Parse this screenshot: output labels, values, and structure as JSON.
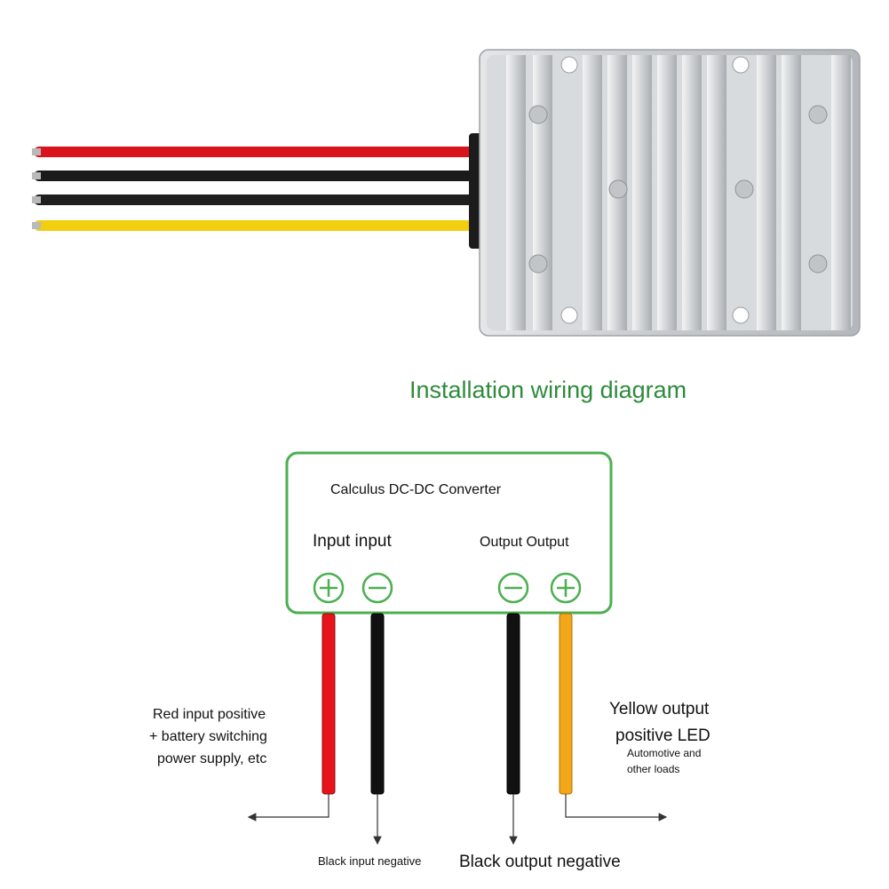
{
  "title": "Installation wiring diagram",
  "converter": {
    "name": "Calculus DC-DC Converter",
    "input_label": "Input input",
    "output_label": "Output Output",
    "terminals": [
      {
        "symbol": "+"
      },
      {
        "symbol": "−"
      },
      {
        "symbol": "−"
      },
      {
        "symbol": "+"
      }
    ]
  },
  "wires": [
    {
      "color": "#e8141b"
    },
    {
      "color": "#111111"
    },
    {
      "color": "#111111"
    },
    {
      "color": "#f2a61a"
    }
  ],
  "annotations": {
    "red_input": [
      "Red input positive",
      "+ battery switching",
      "power supply, etc"
    ],
    "yellow_output": [
      "Yellow output",
      "positive LED"
    ],
    "yellow_output_sub": [
      "Automotive and",
      "other loads"
    ],
    "black_input": "Black input negative",
    "black_output": "Black output negative"
  },
  "colors": {
    "accent_green": "#2e8b3c",
    "box_border": "#4caf50",
    "photo_wire_red": "#d9141c",
    "photo_wire_black": "#1a1a1a",
    "photo_wire_yellow": "#f1cf0f",
    "housing": "#c9cccf"
  }
}
